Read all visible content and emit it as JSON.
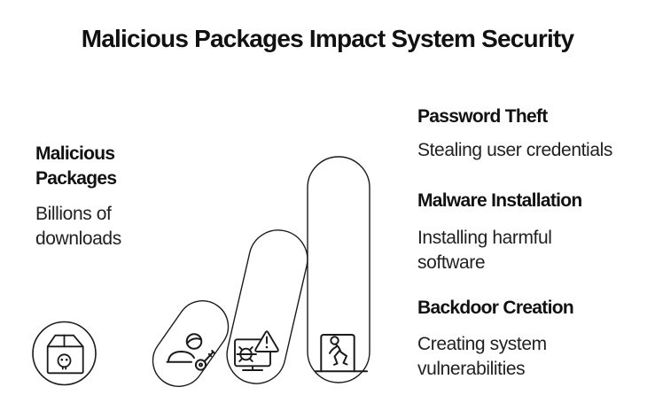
{
  "colors": {
    "background": "#ffffff",
    "ink": "#1a1a1a",
    "text": "#212121",
    "title": "#111111"
  },
  "title": "Malicious Packages Impact System Security",
  "source": {
    "heading": "Malicious\nPackages",
    "description": "Billions of\ndownloads",
    "icon": "package-skull-icon"
  },
  "threats": [
    {
      "heading": "Password Theft",
      "description": "Stealing user credentials",
      "icon": "user-key-icon",
      "pill_size": "small"
    },
    {
      "heading": "Malware Installation",
      "description": "Installing harmful\nsoftware",
      "icon": "monitor-bug-warning-icon",
      "pill_size": "medium"
    },
    {
      "heading": "Backdoor Creation",
      "description": "Creating system\nvulnerabilities",
      "icon": "door-exit-icon",
      "pill_size": "tall"
    }
  ],
  "diagram": {
    "pill_count": 3,
    "pills_ascending_left_to_right": true
  }
}
